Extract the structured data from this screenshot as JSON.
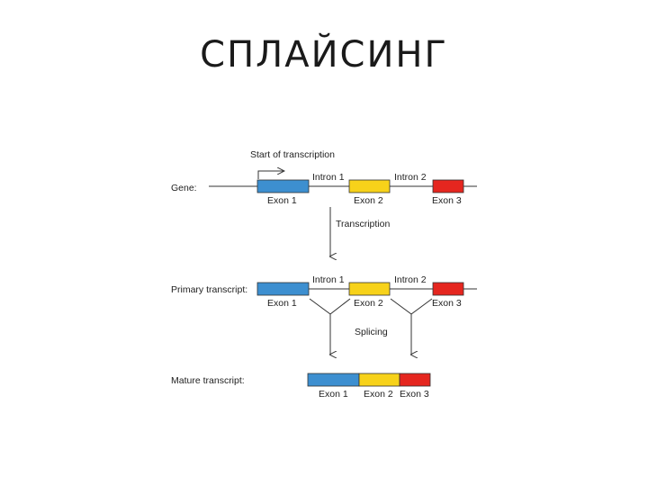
{
  "slide": {
    "title": "СПЛАЙСИНГ"
  },
  "diagram": {
    "start_label": "Start of transcription",
    "rows": {
      "gene": "Gene:",
      "primary": "Primary transcript:",
      "mature": "Mature transcript:"
    },
    "introns": [
      "Intron 1",
      "Intron 2"
    ],
    "exons": [
      "Exon 1",
      "Exon 2",
      "Exon 3"
    ],
    "steps": [
      "Transcription",
      "Splicing"
    ],
    "colors": {
      "exon1": "#3d8fd0",
      "exon2": "#f7d21a",
      "exon3": "#e5261f",
      "line": "#333333"
    }
  }
}
